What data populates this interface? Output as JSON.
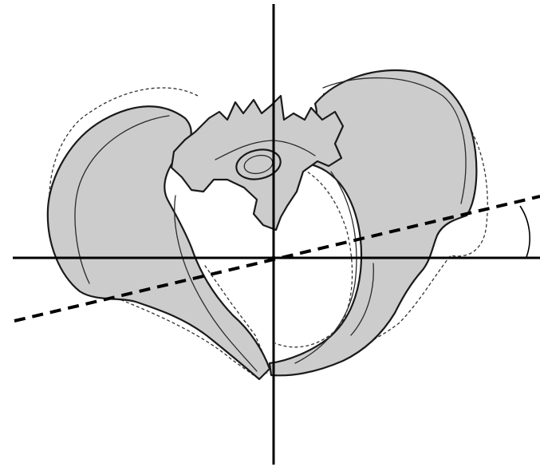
{
  "figure": {
    "subject": "pelvis-superior-view",
    "colors": {
      "background": "#ffffff",
      "bone_fill": "#cccccc",
      "bone_stroke": "#1a1a1a",
      "axis_lines": "#000000",
      "dashed_outline": "#333333"
    },
    "reference_axes": [
      "vertical-axis",
      "horizontal-axis"
    ],
    "tilted_axis_style": "dashed",
    "angle_marker": "arc-between-horizontal-and-tilted-axis",
    "tilt_angle_deg": 15
  }
}
